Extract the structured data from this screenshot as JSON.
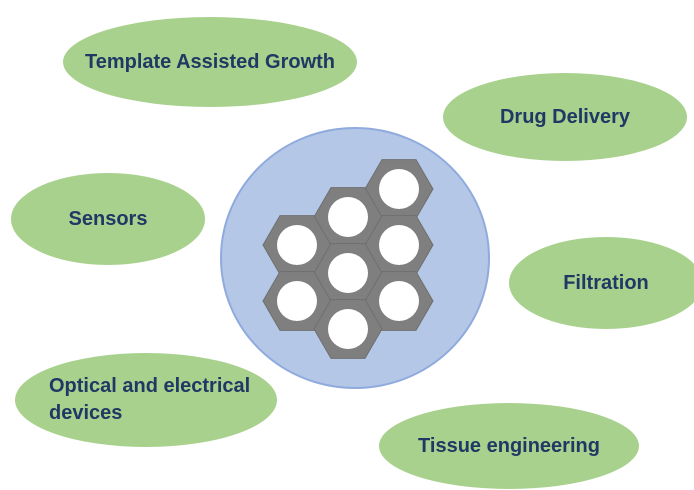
{
  "applications": {
    "template_assisted_growth": "Template Assisted Growth",
    "drug_delivery": "Drug Delivery",
    "sensors": "Sensors",
    "filtration": "Filtration",
    "optical_line1": "Optical and electrical",
    "optical_line2": "devices",
    "tissue_engineering": "Tissue engineering"
  },
  "colors": {
    "ellipse_fill": "#a9d18e",
    "text": "#203864",
    "circle_fill": "#b4c7e7",
    "circle_stroke": "#8faadc",
    "hexagon_fill": "#7f7f7f",
    "pore_fill": "#ffffff"
  },
  "center_icon": "porous-hexagonal-membrane-icon"
}
